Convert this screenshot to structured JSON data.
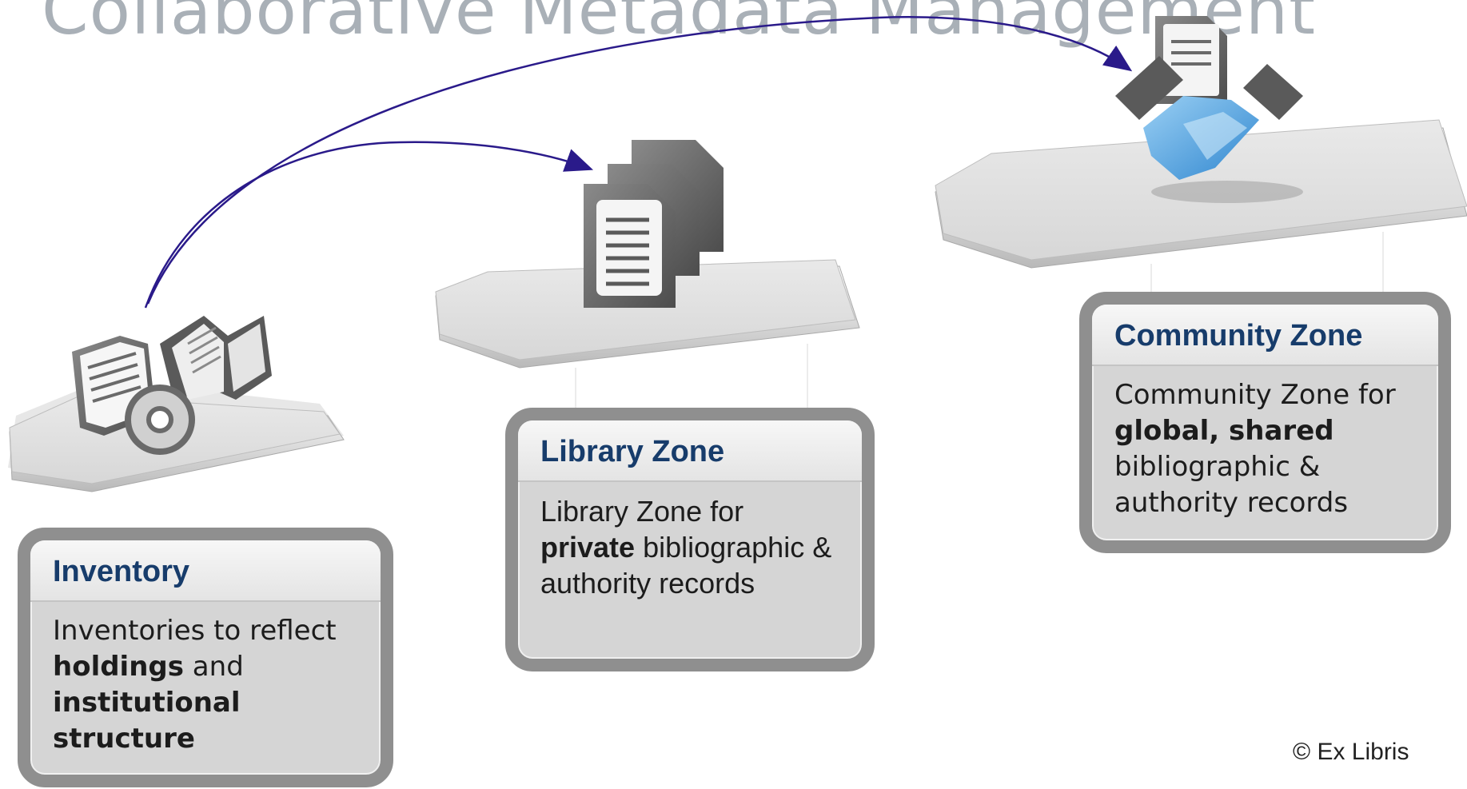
{
  "title": "Collaborative Metadata Management",
  "zones": {
    "inventory": {
      "heading": "Inventory",
      "text_1": "Inventories to reflect ",
      "bold_1": "holdings",
      "text_2": " and ",
      "bold_2": "institutional structure"
    },
    "library": {
      "heading": "Library Zone",
      "text_1": "Library Zone for ",
      "bold_1": "private",
      "text_2": " bibliographic & authority records"
    },
    "community": {
      "heading": "Community Zone",
      "text_1": "Community Zone for ",
      "bold_1": "global, shared",
      "text_2": " bibliographic & authority records"
    }
  },
  "icons": {
    "inventory": "document-book-cd-icon",
    "library": "stacked-documents-icon",
    "community": "handshake-document-icon"
  },
  "colors": {
    "heading": "#173c6b",
    "arrow": "#2a1a8a",
    "card_border": "#8f8f8f",
    "handshake": "#4aa3e0"
  },
  "copyright": "© Ex Libris"
}
